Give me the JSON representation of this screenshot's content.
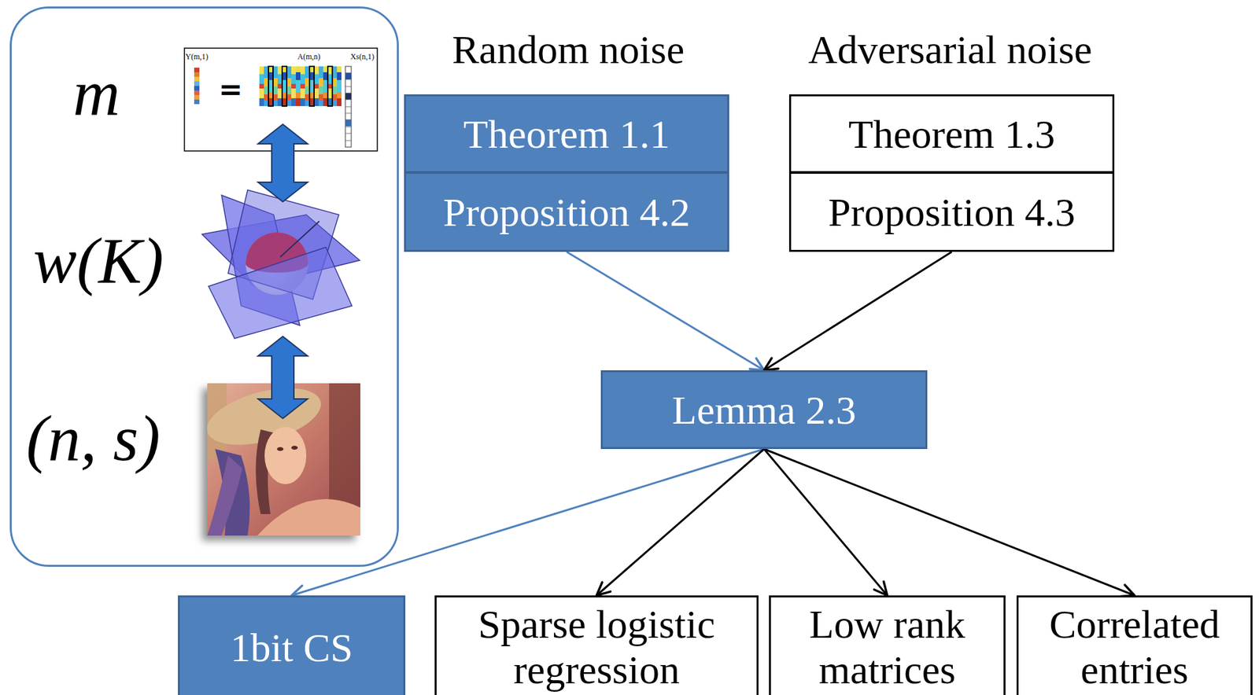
{
  "diagram": {
    "nodes": [
      {
        "text": [
          "m",
          "w(K)",
          "(n, s)"
        ]
      },
      {
        "text": [
          "Theorem 1.1"
        ]
      },
      {
        "text": [
          "Proposition 4.2"
        ]
      },
      {
        "text": [
          "Theorem 1.3"
        ]
      },
      {
        "text": [
          "Proposition 4.3"
        ]
      },
      {
        "text": [
          "Lemma 2.3"
        ]
      },
      {
        "text": [
          "1bit CS"
        ]
      },
      {
        "text": [
          "Sparse logistic regression"
        ]
      },
      {
        "text": [
          "Low rank matrices"
        ]
      },
      {
        "text": [
          "Correlated entries"
        ]
      }
    ],
    "edges": [
      {
        "from": 2,
        "to": 5,
        "arrow": "to"
      },
      {
        "from": 4,
        "to": 5,
        "arrow": "to"
      },
      {
        "from": 5,
        "to": 6,
        "arrow": "to"
      },
      {
        "from": 5,
        "to": 7,
        "arrow": "to"
      },
      {
        "from": 5,
        "to": 8,
        "arrow": "to"
      },
      {
        "from": 5,
        "to": 9,
        "arrow": "to"
      }
    ],
    "labels": [
      "Random noise",
      "Adversarial noise",
      "Y(m,1)",
      "A(m,n)",
      "Xs(n,1)",
      "="
    ]
  }
}
